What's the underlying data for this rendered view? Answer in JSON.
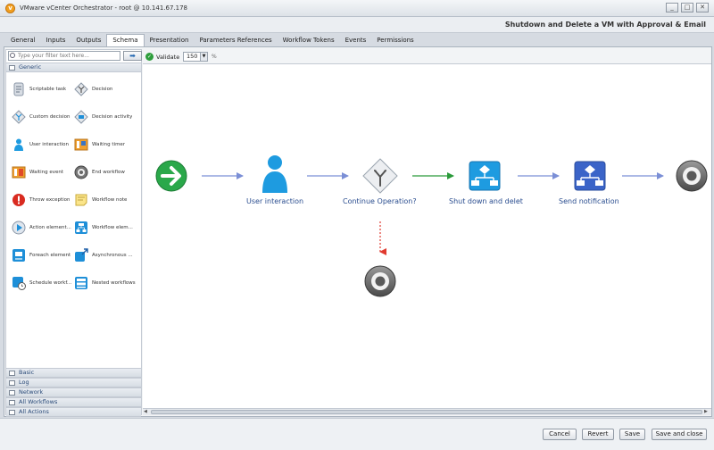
{
  "window": {
    "title": "VMware vCenter Orchestrator - root @ 10.141.67.178",
    "controls": [
      "_",
      "□",
      "✕"
    ]
  },
  "workflow": {
    "title": "Shutdown and Delete a VM with Approval & Email"
  },
  "tabs": [
    "General",
    "Inputs",
    "Outputs",
    "Schema",
    "Presentation",
    "Parameters References",
    "Workflow Tokens",
    "Events",
    "Permissions"
  ],
  "active_tab": "Schema",
  "sidebar": {
    "filter_placeholder": "Type your filter text here...",
    "filter_button": "➡",
    "generic_category": "Generic",
    "palette": [
      {
        "label": "Scriptable task",
        "icon": "scriptable-task-icon"
      },
      {
        "label": "Decision",
        "icon": "decision-icon"
      },
      {
        "label": "Custom decision",
        "icon": "custom-decision-icon"
      },
      {
        "label": "Decision activity",
        "icon": "decision-activity-icon"
      },
      {
        "label": "User interaction",
        "icon": "user-interaction-icon"
      },
      {
        "label": "Waiting timer",
        "icon": "waiting-timer-icon"
      },
      {
        "label": "Waiting event",
        "icon": "waiting-event-icon"
      },
      {
        "label": "End workflow",
        "icon": "end-workflow-icon"
      },
      {
        "label": "Throw exception",
        "icon": "throw-exception-icon"
      },
      {
        "label": "Workflow note",
        "icon": "workflow-note-icon"
      },
      {
        "label": "Action element...",
        "icon": "action-element-icon"
      },
      {
        "label": "Workflow elem...",
        "icon": "workflow-element-icon"
      },
      {
        "label": "Foreach element",
        "icon": "foreach-element-icon"
      },
      {
        "label": "Asynchronous ...",
        "icon": "asynchronous-icon"
      },
      {
        "label": "Schedule workf...",
        "icon": "schedule-workflow-icon"
      },
      {
        "label": "Nested workflows",
        "icon": "nested-workflows-icon"
      }
    ],
    "categories": [
      "Basic",
      "Log",
      "Network",
      "All Workflows",
      "All Actions"
    ]
  },
  "canvas_toolbar": {
    "validate_label": "Validate",
    "zoom_value": "150",
    "zoom_unit": "%"
  },
  "schema": {
    "nodes": [
      {
        "id": "start",
        "label": ""
      },
      {
        "id": "user-interaction",
        "label": "User interaction"
      },
      {
        "id": "decision",
        "label": "Continue Operation?"
      },
      {
        "id": "shutdown",
        "label": "Shut down and delet"
      },
      {
        "id": "notify",
        "label": "Send notification"
      },
      {
        "id": "end",
        "label": ""
      },
      {
        "id": "end-alt",
        "label": ""
      }
    ]
  },
  "footer": {
    "buttons": [
      "Cancel",
      "Revert",
      "Save",
      "Save and close"
    ]
  },
  "colors": {
    "accent": "#1e8fd8",
    "success": "#2e9e3c",
    "failure": "#e03a2f",
    "link": "#2a4d8f"
  }
}
